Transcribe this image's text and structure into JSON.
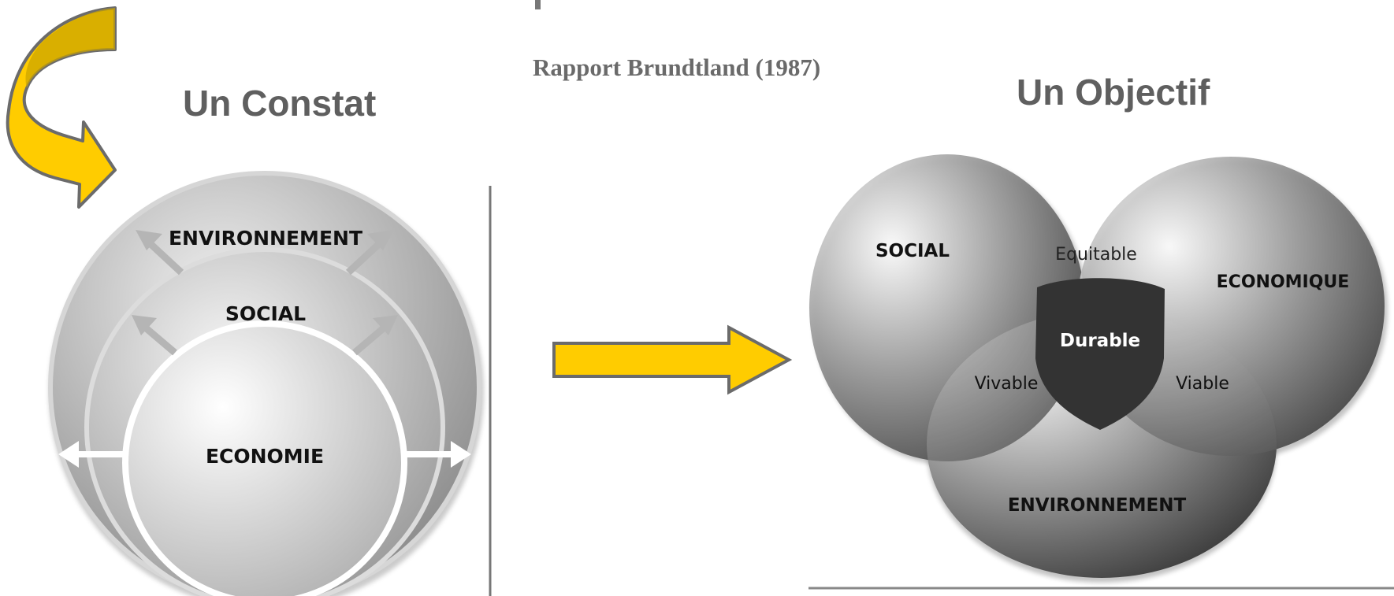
{
  "headings": {
    "left": "Un Constat",
    "right": "Un Objectif",
    "source": "Rapport Brundtland (1987)"
  },
  "constat_diagram": {
    "outer_ring_label": "ENVIRONNEMENT",
    "middle_ring_label": "SOCIAL",
    "core_label": "ECONOMIE"
  },
  "objectif_diagram": {
    "circle_social": "SOCIAL",
    "circle_economique": "ECONOMIQUE",
    "circle_environnement": "ENVIRONNEMENT",
    "intersection_social_economique": "Equitable",
    "intersection_social_environnement": "Vivable",
    "intersection_economique_environnement": "Viable",
    "center": "Durable"
  },
  "colors": {
    "arrow_fill": "#FFCC00",
    "arrow_stroke": "#6b6b6b",
    "heading": "#5f5f5f",
    "center_fill": "#333333"
  },
  "icons": {
    "curved_arrow": "curved-arrow-icon",
    "right_arrow": "right-arrow-icon"
  }
}
